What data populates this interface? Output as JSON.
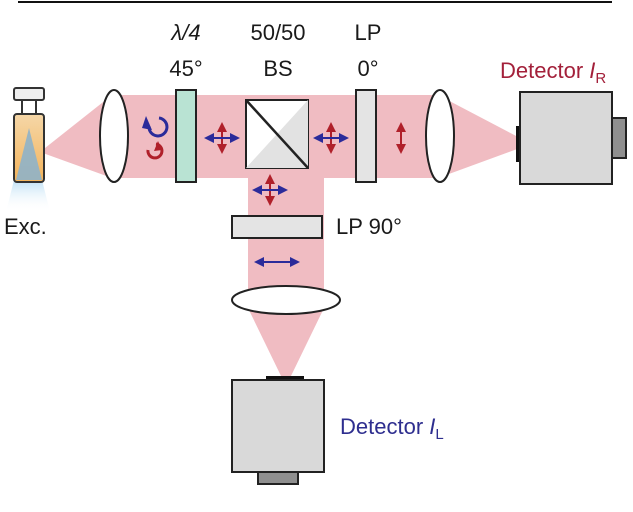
{
  "labels": {
    "qwp_line1": "λ/4",
    "qwp_line2": "45°",
    "bs_line1": "50/50",
    "bs_line2": "BS",
    "lp0_line1": "LP",
    "lp0_line2": "0°",
    "lp90": "LP 90°",
    "exc": "Exc.",
    "detector_r_text": "Detector ",
    "detector_r_italic": "I",
    "detector_r_sub": "R",
    "detector_l_text": "Detector ",
    "detector_l_italic": "I",
    "detector_l_sub": "L"
  },
  "colors": {
    "beam": "#f0bcc2",
    "lens_fill": "#ffffff",
    "lens_stroke": "#222222",
    "qwp_fill": "#b9e3d3",
    "polarizer_fill": "#e4e4e4",
    "detector_fill": "#d9d9d9",
    "detector_cap": "#8f8f8f",
    "red_arrow": "#b0202a",
    "blue_arrow": "#2b2b9a",
    "label_red": "#a3203a",
    "label_blue": "#2e2e8f"
  },
  "icons": {
    "sample": "cuvette-icon",
    "circular_blue": "rotate-ccw-icon",
    "circular_red": "rotate-cw-icon"
  }
}
